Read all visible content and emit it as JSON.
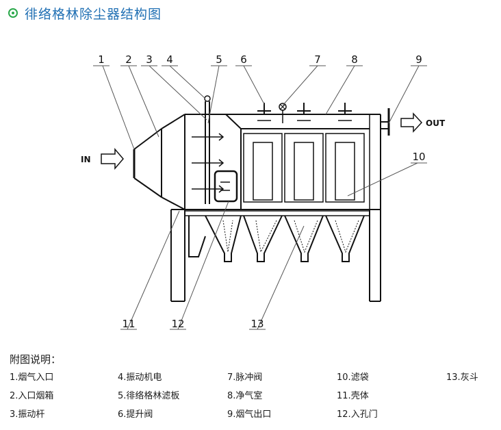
{
  "title": "徘络格林除尘器结构图",
  "io_labels": {
    "in": "IN",
    "out": "OUT"
  },
  "callouts": [
    "1",
    "2",
    "3",
    "4",
    "5",
    "6",
    "7",
    "8",
    "9",
    "10",
    "11",
    "12",
    "13"
  ],
  "legend_heading": "附图说明：",
  "legend": [
    {
      "num": "1.",
      "text": "烟气入口"
    },
    {
      "num": "4.",
      "text": "振动机电"
    },
    {
      "num": "7.",
      "text": "脉冲阀"
    },
    {
      "num": "10.",
      "text": "滤袋"
    },
    {
      "num": "13.",
      "text": "灰斗"
    },
    {
      "num": "2.",
      "text": "入口烟箱"
    },
    {
      "num": "5.",
      "text": "徘络格林滤板"
    },
    {
      "num": "8.",
      "text": "净气室"
    },
    {
      "num": "11.",
      "text": "壳体"
    },
    {
      "num": "3.",
      "text": "振动杆"
    },
    {
      "num": "6.",
      "text": "提升阀"
    },
    {
      "num": "9.",
      "text": "烟气出口"
    },
    {
      "num": "12.",
      "text": "入孔门"
    }
  ]
}
